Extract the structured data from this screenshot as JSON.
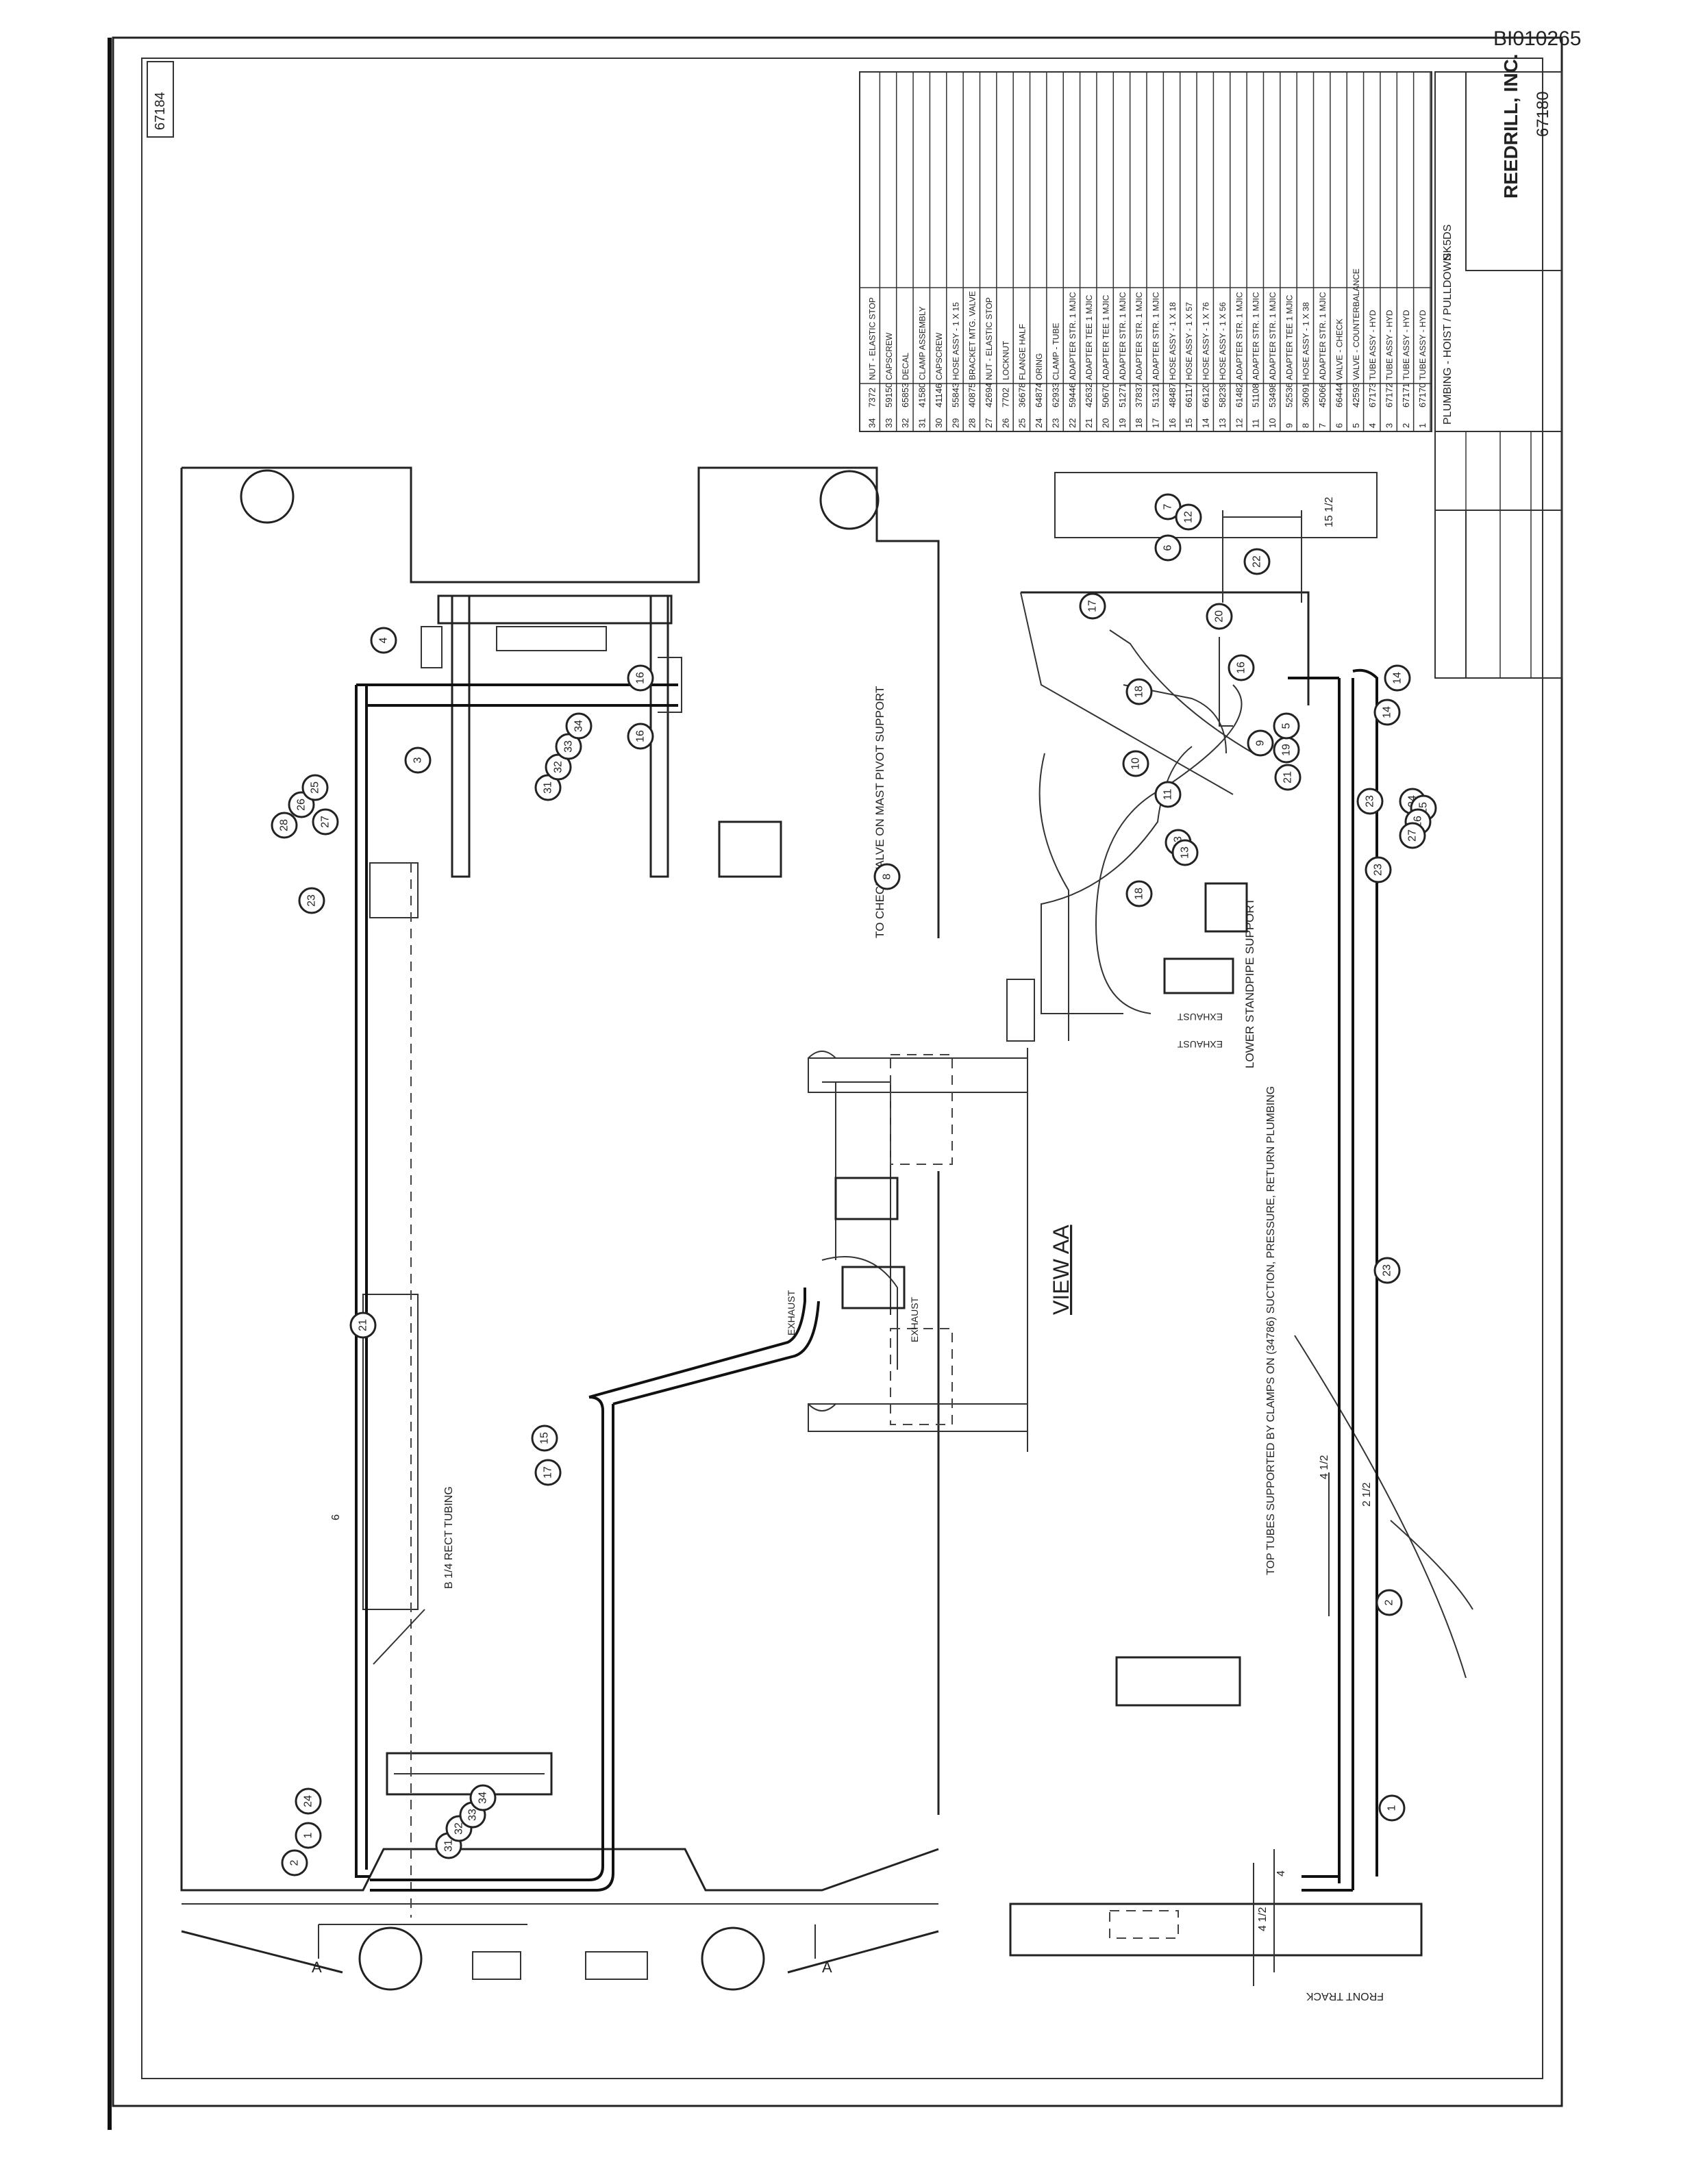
{
  "document_id": "BI010265",
  "drawing_number_margin": "67184",
  "title_block": {
    "company": "REEDRILL, INC.",
    "title": "PLUMBING - HOIST / PULLDOWN",
    "model": "SK5DS",
    "drawing_number": "67180"
  },
  "parts_list": [
    {
      "item": "1",
      "part_no": "67170",
      "description": "TUBE ASSY - HYD"
    },
    {
      "item": "2",
      "part_no": "67171",
      "description": "TUBE ASSY - HYD"
    },
    {
      "item": "3",
      "part_no": "67172",
      "description": "TUBE ASSY - HYD"
    },
    {
      "item": "4",
      "part_no": "67173",
      "description": "TUBE ASSY - HYD"
    },
    {
      "item": "5",
      "part_no": "42593",
      "description": "VALVE - COUNTERBALANCE"
    },
    {
      "item": "6",
      "part_no": "66444",
      "description": "VALVE - CHECK"
    },
    {
      "item": "7",
      "part_no": "45066",
      "description": "ADAPTER STR. 1 MJIC"
    },
    {
      "item": "8",
      "part_no": "36091",
      "description": "HOSE ASSY - 1 X 38"
    },
    {
      "item": "9",
      "part_no": "52536",
      "description": "ADAPTER TEE 1 MJIC"
    },
    {
      "item": "10",
      "part_no": "53498",
      "description": "ADAPTER STR. 1 MJIC"
    },
    {
      "item": "11",
      "part_no": "51108",
      "description": "ADAPTER STR. 1 MJIC"
    },
    {
      "item": "12",
      "part_no": "61482",
      "description": "ADAPTER STR. 1 MJIC"
    },
    {
      "item": "13",
      "part_no": "58239",
      "description": "HOSE ASSY - 1 X 56"
    },
    {
      "item": "14",
      "part_no": "66120",
      "description": "HOSE ASSY - 1 X 76"
    },
    {
      "item": "15",
      "part_no": "66117",
      "description": "HOSE ASSY - 1 X 57"
    },
    {
      "item": "16",
      "part_no": "48487",
      "description": "HOSE ASSY - 1 X 18"
    },
    {
      "item": "17",
      "part_no": "51321",
      "description": "ADAPTER STR. 1 MJIC"
    },
    {
      "item": "18",
      "part_no": "37837",
      "description": "ADAPTER STR. 1 MJIC"
    },
    {
      "item": "19",
      "part_no": "51271",
      "description": "ADAPTER STR. 1 MJIC"
    },
    {
      "item": "20",
      "part_no": "50670",
      "description": "ADAPTER TEE 1 MJIC"
    },
    {
      "item": "21",
      "part_no": "42632",
      "description": "ADAPTER TEE 1 MJIC"
    },
    {
      "item": "22",
      "part_no": "59446",
      "description": "ADAPTER STR. 1 MJIC"
    },
    {
      "item": "23",
      "part_no": "62933",
      "description": "CLAMP - TUBE"
    },
    {
      "item": "24",
      "part_no": "64874",
      "description": "ORING"
    },
    {
      "item": "25",
      "part_no": "36678",
      "description": "FLANGE HALF"
    },
    {
      "item": "26",
      "part_no": "7702",
      "description": "LOCKNUT"
    },
    {
      "item": "27",
      "part_no": "42694",
      "description": "NUT - ELASTIC STOP"
    },
    {
      "item": "28",
      "part_no": "40875",
      "description": "BRACKET MTG. VALVE"
    },
    {
      "item": "29",
      "part_no": "55843",
      "description": "HOSE ASSY - 1 X 15"
    },
    {
      "item": "30",
      "part_no": "41146",
      "description": "CAPSCREW"
    },
    {
      "item": "31",
      "part_no": "41580",
      "description": "CLAMP ASSEMBLY"
    },
    {
      "item": "32",
      "part_no": "65853",
      "description": "DECAL"
    },
    {
      "item": "33",
      "part_no": "59150",
      "description": "CAPSCREW"
    },
    {
      "item": "34",
      "part_no": "7372",
      "description": "NUT - ELASTIC STOP"
    }
  ],
  "view_label": "VIEW AA",
  "notes": {
    "check_valve": "TO CHECK VALVE ON MAST PIVOT SUPPORT",
    "lower_support": "LOWER STANDPIPE SUPPORT",
    "tube_support": "TOP TUBES SUPPORTED BY CLAMPS ON (34786) SUCTION, PRESSURE, RETURN PLUMBING",
    "tubing": "B 1/4 RECT TUBING",
    "exhaust_1": "EXHAUST",
    "exhaust_2": "EXHAUST",
    "exhaust_3": "EXHAUST",
    "exhaust_4": "EXHAUST",
    "front_track": "FRONT TRACK",
    "section_a": "A",
    "section_a2": "A",
    "dim_1": "15 1/2",
    "dim_2": "4 1/2",
    "dim_3": "2 1/2",
    "dim_4": "4",
    "dim_5": "4 1/2",
    "dim_6": "6"
  },
  "callouts_left": [
    "4",
    "3",
    "16",
    "16",
    "31",
    "32",
    "33",
    "34",
    "28",
    "26",
    "25",
    "27",
    "23",
    "21",
    "24",
    "1",
    "2",
    "31",
    "32",
    "33",
    "34",
    "15",
    "17",
    "8"
  ],
  "callouts_right": [
    "7",
    "12",
    "6",
    "22",
    "17",
    "20",
    "16",
    "18",
    "19",
    "10",
    "11",
    "13",
    "9",
    "5",
    "21",
    "14",
    "13",
    "23",
    "24",
    "25",
    "26",
    "27",
    "23",
    "2",
    "1",
    "23",
    "14",
    "18"
  ]
}
